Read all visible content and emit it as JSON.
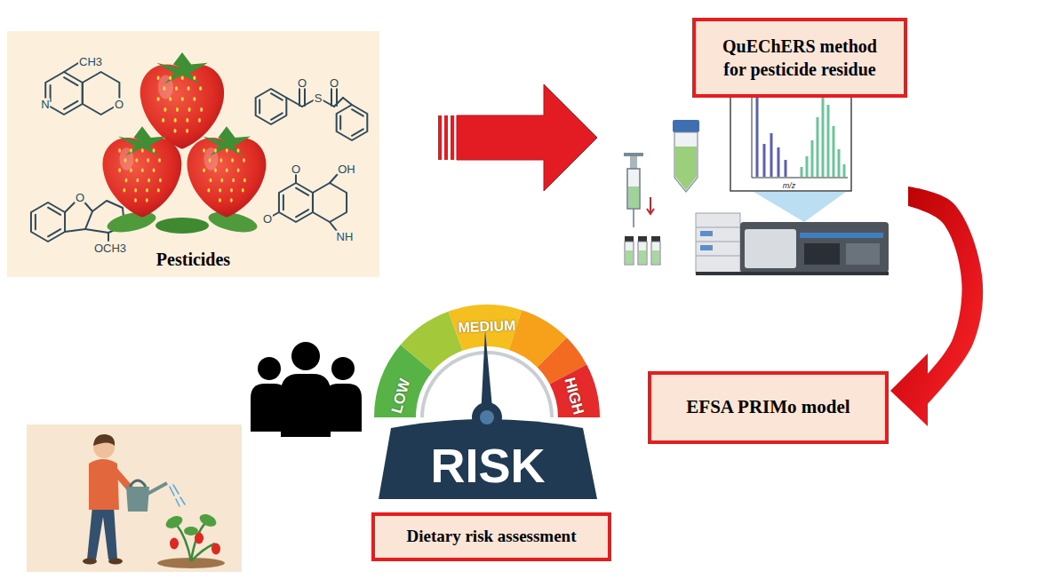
{
  "diagram": {
    "nodes": [
      {
        "text": [
          "Pesticides"
        ]
      },
      {
        "text": [
          "QuEChERS method for pesticide residue"
        ]
      },
      {
        "text": [
          "EFSA PRIMo model"
        ]
      },
      {
        "text": [
          "Dietary risk assessment"
        ]
      }
    ],
    "edges": [
      {
        "from": 0,
        "to": 1,
        "arrow": "to"
      },
      {
        "from": 1,
        "to": 2,
        "arrow": "to"
      }
    ],
    "labels": [
      "CH3",
      "N",
      "O",
      "O",
      "S",
      "O",
      "O",
      "OCH3",
      "O",
      "OH",
      "O",
      "NH",
      "m/z",
      "LOW",
      "MEDIUM",
      "HIGH",
      "RISK"
    ]
  }
}
